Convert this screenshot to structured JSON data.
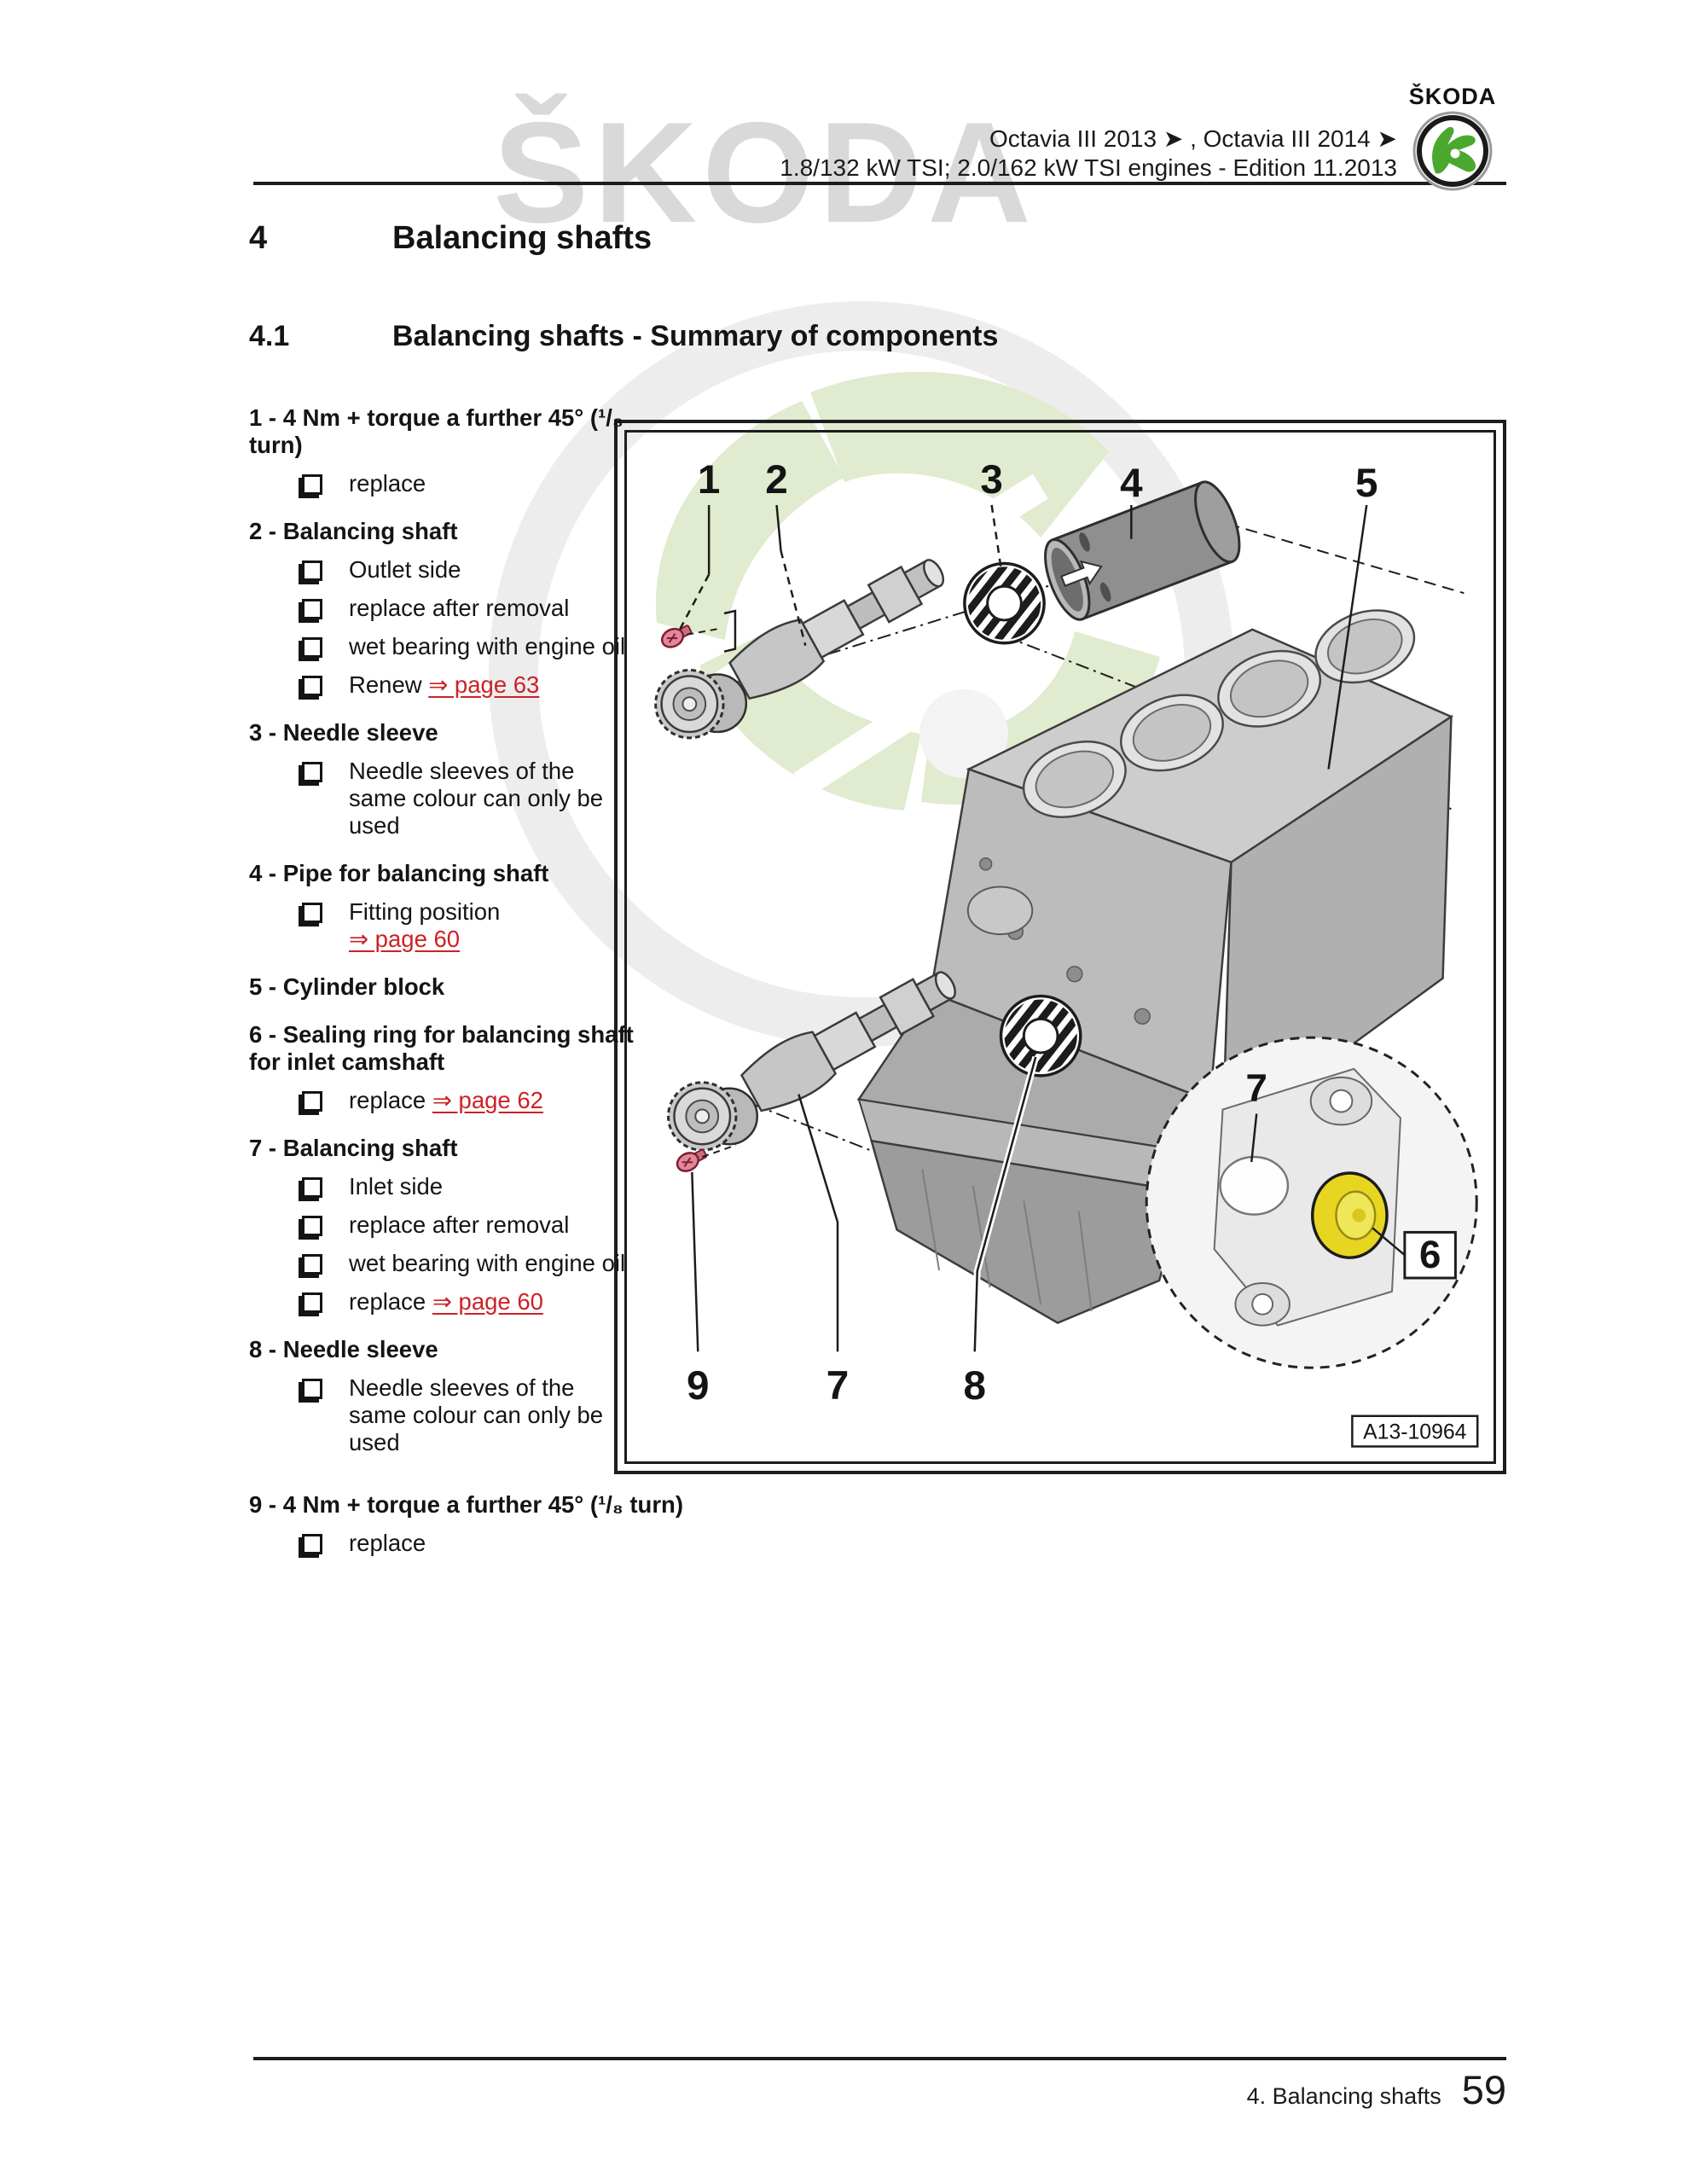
{
  "header": {
    "model_line": "Octavia III 2013 ➤ , Octavia III 2014 ➤",
    "engine_line": "1.8/132 kW TSI; 2.0/162 kW TSI engines - Edition 11.2013",
    "brand": "ŠKODA",
    "watermark": "ŠKODA"
  },
  "section": {
    "number": "4",
    "title": "Balancing shafts"
  },
  "subsection": {
    "number": "4.1",
    "title": "Balancing shafts - Summary of components"
  },
  "legend": [
    {
      "title": "1 - 4 Nm + torque a further 45° (¹/₈ turn)",
      "subs": [
        {
          "text": "replace"
        }
      ]
    },
    {
      "title": "2 - Balancing shaft",
      "subs": [
        {
          "text": "Outlet side"
        },
        {
          "text": "replace after removal"
        },
        {
          "text": "wet bearing with engine oil"
        },
        {
          "text": "Renew ",
          "link": "⇒ page 63"
        }
      ]
    },
    {
      "title": "3 - Needle sleeve",
      "subs": [
        {
          "text": "Needle sleeves of the same colour can only be used"
        }
      ]
    },
    {
      "title": "4 - Pipe for balancing shaft",
      "subs": [
        {
          "text": "Fitting position",
          "link": "⇒ page 60",
          "link_break": true
        }
      ]
    },
    {
      "title": "5 - Cylinder block",
      "subs": []
    },
    {
      "title": "6 - Sealing ring for balancing shaft for inlet camshaft",
      "subs": [
        {
          "text": "replace ",
          "link": "⇒ page 62"
        }
      ]
    },
    {
      "title": "7 - Balancing shaft",
      "subs": [
        {
          "text": "Inlet side"
        },
        {
          "text": "replace after removal"
        },
        {
          "text": "wet bearing with engine oil"
        },
        {
          "text": "replace ",
          "link": "⇒ page 60"
        }
      ]
    },
    {
      "title": "8 - Needle sleeve",
      "subs": [
        {
          "text": "Needle sleeves of the same colour can only be used"
        }
      ]
    }
  ],
  "legend_item9": {
    "title": "9 - 4 Nm + torque a further 45° (¹/₈ turn)",
    "subs": [
      {
        "text": "replace"
      }
    ]
  },
  "diagram": {
    "callout_1": "1",
    "callout_2": "2",
    "callout_3": "3",
    "callout_4": "4",
    "callout_5": "5",
    "callout_6": "6",
    "callout_7": "7",
    "callout_8": "8",
    "callout_9": "9",
    "image_code": "A13-10964"
  },
  "footer": {
    "chapter": "4. Balancing shafts",
    "page": "59"
  },
  "colors": {
    "link_red": "#cc2127",
    "skoda_green": "#4ba82e",
    "seal_yellow": "#e6d622",
    "screw_pink": "#e2889b",
    "watermark_gray": "#d9d9d9"
  }
}
